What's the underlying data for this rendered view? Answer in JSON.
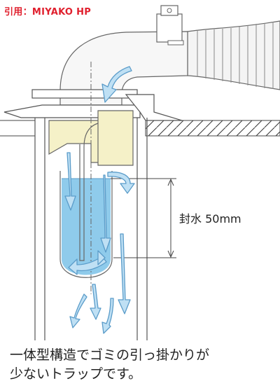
{
  "source_label": "引用：MIYAKO HP",
  "seal_height_label": "封水 50mm",
  "caption": {
    "line1": "一体型構造でゴミの引っ掛かりが",
    "line2": "少ないトラップです。"
  },
  "colors": {
    "source_label": "#e0202e",
    "water": "#8fcbeb",
    "trap_cup": "#f5f1c8",
    "arrow_fill": "#bfe0f4",
    "arrow_stroke": "#5b9cc9",
    "line": "#555555"
  }
}
